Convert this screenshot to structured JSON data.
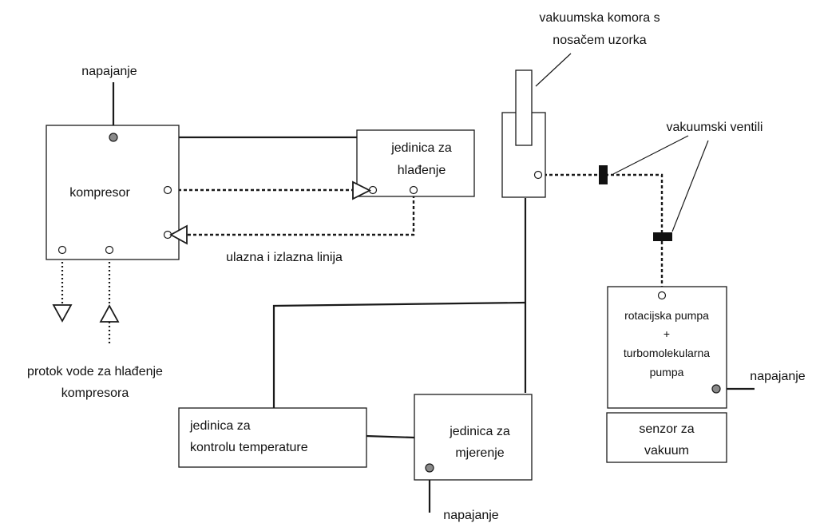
{
  "labels": {
    "chamber_line1": "vakuumska komora s",
    "chamber_line2": "nosačem uzorka",
    "valves": "vakuumski ventili",
    "power": "napajanje",
    "compressor": "kompresor",
    "cooling_line1": "jedinica za",
    "cooling_line2": "hlađenje",
    "in_out_line": "ulazna i izlazna linija",
    "water_line1": "protok vode za hlađenje",
    "water_line2": "kompresora",
    "pump_line1": "rotacijska pumpa",
    "pump_plus": "+",
    "pump_line2": "turbomolekularna",
    "pump_line3": "pumpa",
    "vacuum_sensor_line1": "senzor za",
    "vacuum_sensor_line2": "vakuum",
    "temp_control_line1": "jedinica za",
    "temp_control_line2": "kontrolu temperature",
    "measure_line1": "jedinica za",
    "measure_line2": "mjerenje"
  }
}
